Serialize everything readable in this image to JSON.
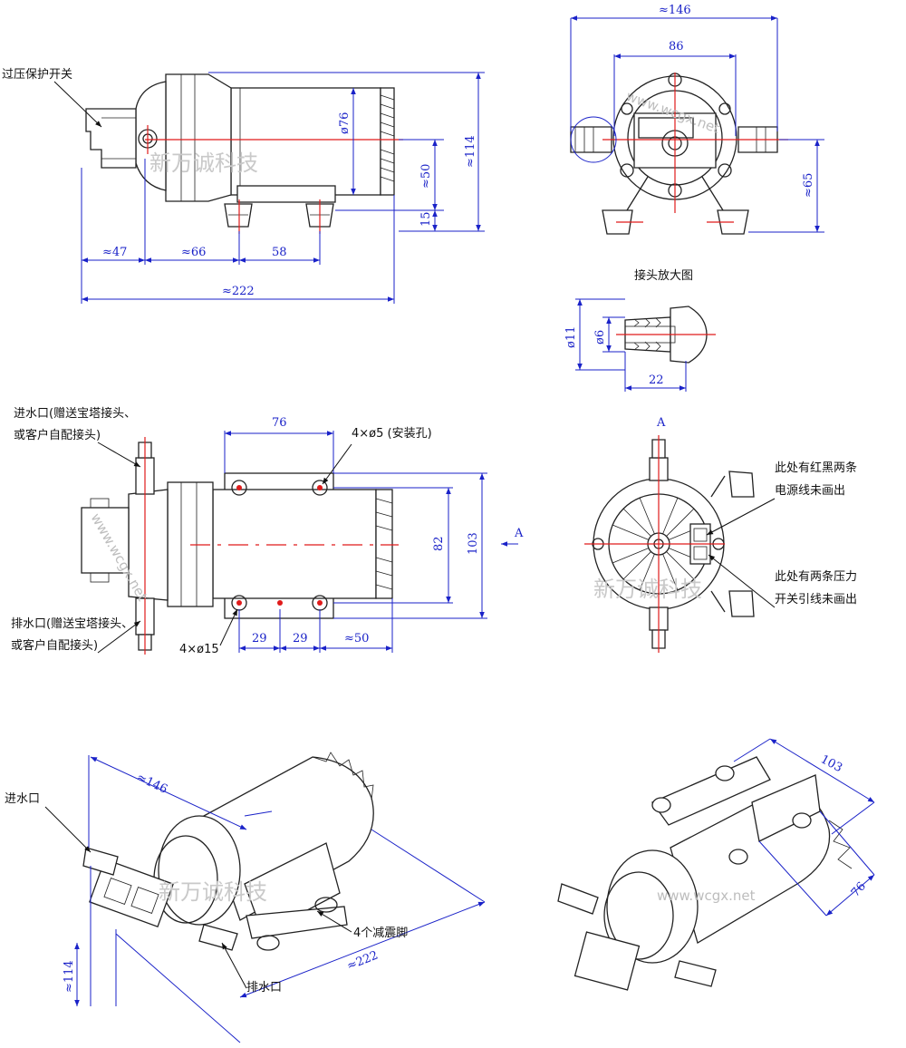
{
  "dimensions": {
    "side_overall_length": "≈222",
    "side_inlet_len": "≈47",
    "side_mid_len": "≈66",
    "side_foot_len": "58",
    "side_motor_dia": "ø76",
    "side_height": "≈114",
    "side_axis_height": "≈50",
    "side_foot_height": "15",
    "front_width": "≈146",
    "front_inner_width": "86",
    "front_height": "≈65",
    "top_foot_spacing": "76",
    "top_foot_width": "82",
    "top_total_width": "103",
    "top_spacing_a": "29",
    "top_spacing_b": "29",
    "top_spacing_c": "≈50",
    "detail_outer_dia": "ø11",
    "detail_inner_dia": "ø6",
    "detail_length": "22",
    "iso_width": "≈146",
    "iso_length": "≈222",
    "iso_height": "≈114",
    "iso2_width": "103",
    "iso2_foot": "76"
  },
  "labels": {
    "overpressure_switch": "过压保护开关",
    "detail_title": "接头放大图",
    "inlet_line1": "进水口(赠送宝塔接头、",
    "inlet_line2": "或客户自配接头)",
    "outlet_line1": "排水口(赠送宝塔接头、",
    "outlet_line2": "或客户自配接头)",
    "mount_holes": "4×ø5 (安装孔)",
    "feet": "4×ø15",
    "view_a_top": "A",
    "view_a_side": "A",
    "note_wires_1": "此处有红黑两条",
    "note_wires_2": "电源线未画出",
    "note_switch_1": "此处有两条压力",
    "note_switch_2": "开关引线未画出",
    "iso_inlet": "进水口",
    "iso_outlet": "排水口",
    "iso_feet": "4个减震脚"
  },
  "watermarks": {
    "brand": "新万诚科技",
    "site": "www.wcgx.net"
  },
  "colors": {
    "dimension": "#1a22c8",
    "centerline": "#e01b1b",
    "outline": "#222222"
  }
}
